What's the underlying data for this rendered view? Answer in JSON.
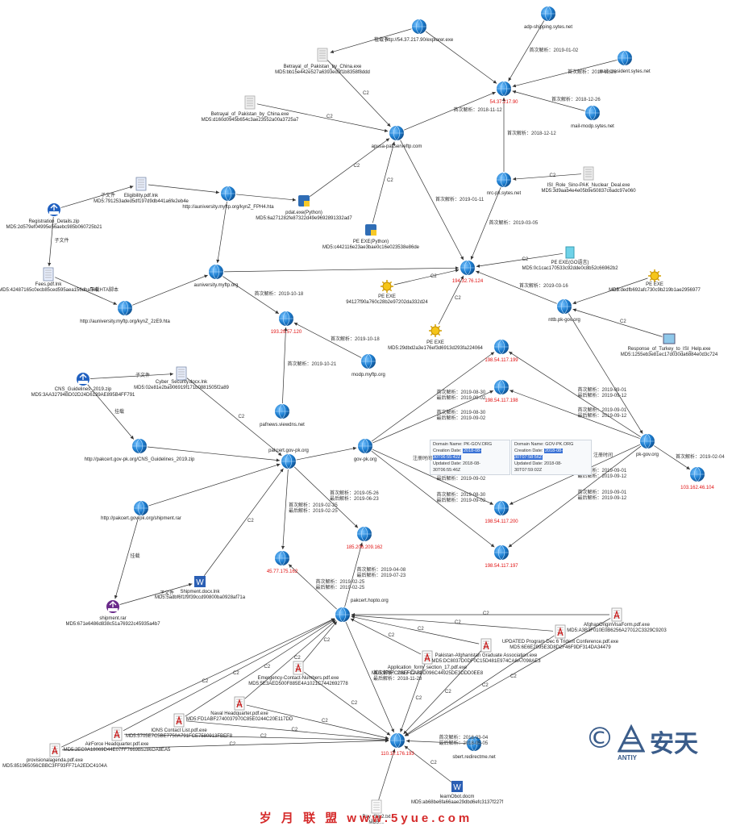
{
  "colors": {
    "globe": "#1e7fd1",
    "edge": "#333333",
    "red": "#e01010",
    "pdf": "#cc2222",
    "ip_label": "#e01010",
    "logo": "#3a5c8a"
  },
  "nodes": [
    {
      "id": "ie",
      "type": "globe",
      "label": "http://54.37.217.90/explorer.exe",
      "red": false
    },
    {
      "id": "adp",
      "type": "globe",
      "label": "adp-shipping.sytes.net",
      "red": false
    },
    {
      "id": "mailpres",
      "type": "globe",
      "label": "mail-president.sytes.net",
      "red": false
    },
    {
      "id": "mailmodp",
      "type": "globe",
      "label": "mail-modp.sytes.net",
      "red": false
    },
    {
      "id": "ip54",
      "type": "globe",
      "label": "54.37.217.90",
      "red": true
    },
    {
      "id": "betrayal1",
      "type": "doc",
      "label": "Betrayal_of_Pakistan_by_China.exe\nMD5:bb15e442e527a6393ed9f1b8358f8ddd",
      "red": false
    },
    {
      "id": "betrayal2",
      "type": "doc",
      "label": "Betrayal_of_Pakistan_by_China.exe\nMD5:d160d0945b654c3ae23552a00a3725a7",
      "red": false
    },
    {
      "id": "apusa",
      "type": "globe",
      "label": "apusa-pat.serveftp.com",
      "red": false
    },
    {
      "id": "isi",
      "type": "doc",
      "label": "ISI_Role_Sino-PAK_Nuclear_Deal.exe\nMD5:3d9aab4e4e05b9e50837c6adc97e060",
      "red": false
    },
    {
      "id": "nrc",
      "type": "globe",
      "label": "nrc-pk.sytes.net",
      "red": false
    },
    {
      "id": "elig",
      "type": "lnk",
      "label": "Eligibility.pdf.lnk\nMD5:791253aded5df197d9db441a6fe2eb4e",
      "red": false
    },
    {
      "id": "aunikyn",
      "type": "globe",
      "label": "http://auniversity.myftp.org/kynZ_FPH4.hta",
      "red": false
    },
    {
      "id": "pdatexe",
      "type": "py",
      "label": "pdat.exe(Python)\nMD5:6a271282fe87322d49e9692891332ad7",
      "red": false
    },
    {
      "id": "reg",
      "type": "zip",
      "label": "Registration_Details.zip\nMD5:2d579ef04995e56aebc985b060725b21",
      "red": false
    },
    {
      "id": "peexepy",
      "type": "py",
      "label": "PE EXE(Python)\nMD5:c442116e23ae3bae0c16e023538e86de",
      "red": false
    },
    {
      "id": "ip194",
      "type": "globe",
      "label": "194.32.76.124",
      "red": true
    },
    {
      "id": "fees",
      "type": "lnk",
      "label": "Fees.pdf.lnk\nMD5:42487165c0ecb85ced595aea156dba5e6",
      "red": false
    },
    {
      "id": "aunimyftp",
      "type": "globe",
      "label": "auniversity.myftp.org",
      "red": false
    },
    {
      "id": "peexego",
      "type": "go",
      "label": "PE EXE(GO语言)\nMD5:0c1cac170533c92dde0c8b52c66962b2",
      "red": false
    },
    {
      "id": "peexe1",
      "type": "sun",
      "label": "PE EXE\nMD5:dedfb692afc730c9b219b1ae2956977",
      "red": false
    },
    {
      "id": "peexe2",
      "type": "sun",
      "label": "PE EXE\n94127f90a760c28b2e97202da332d24",
      "red": false
    },
    {
      "id": "aunikyn2",
      "type": "globe",
      "label": "http://auniversity.myftp.org/kynZ_2zE9.hta",
      "red": false
    },
    {
      "id": "nttb",
      "type": "globe",
      "label": "nttb.pk-gov.org",
      "red": false
    },
    {
      "id": "peexe3",
      "type": "sun",
      "label": "PE EXE\nMD5:29dbd2a3e176ef3d6913d293fa224064",
      "red": false
    },
    {
      "id": "ip193",
      "type": "globe",
      "label": "193.29.57.120",
      "red": true
    },
    {
      "id": "modp",
      "type": "globe",
      "label": "modp.myftp.org",
      "red": false
    },
    {
      "id": "turkey",
      "type": "img",
      "label": "Response_of_Turkey_to_ISI_Help.exe\nMD5:1255eb3e81ec17d030da6884e0d3c724",
      "red": false
    },
    {
      "id": "ip199",
      "type": "globe",
      "label": "198.54.117.199",
      "red": true
    },
    {
      "id": "cns",
      "type": "zip",
      "label": "CNS_Guidelines_2019.zip\nMD5:3AA32794BD02D24D6139AE895B4FF791",
      "red": false
    },
    {
      "id": "cyber",
      "type": "lnk",
      "label": "Cyber_Security.docx.lnk\nMD5:02e81e2ba906919f171b0881505f2a89",
      "red": false
    },
    {
      "id": "ip198",
      "type": "globe",
      "label": "198.54.117.198",
      "red": true
    },
    {
      "id": "pafnews",
      "type": "globe",
      "label": "pafnews.viewdns.net",
      "red": false
    },
    {
      "id": "govpk",
      "type": "globe",
      "label": "gov-pk.org",
      "red": false
    },
    {
      "id": "pkgov",
      "type": "globe",
      "label": "pk-gov.org",
      "red": false
    },
    {
      "id": "ip103",
      "type": "globe",
      "label": "103.162.46.104",
      "red": true
    },
    {
      "id": "paktcns",
      "type": "globe",
      "label": "http://pakcert.gov-pk.org/CNS_Guidelines_2019.zip",
      "red": false
    },
    {
      "id": "pakcert",
      "type": "globe",
      "label": "pakcert.gov-pk.org",
      "red": false
    },
    {
      "id": "paktship",
      "type": "globe",
      "label": "http://pakcert.gov-pk.org/shipment.rar",
      "red": false
    },
    {
      "id": "ip200",
      "type": "globe",
      "label": "198.54.117.200",
      "red": true
    },
    {
      "id": "ip185",
      "type": "globe",
      "label": "185.206.209.162",
      "red": true
    },
    {
      "id": "ip197",
      "type": "globe",
      "label": "198.54.117.197",
      "red": true
    },
    {
      "id": "ip45",
      "type": "globe",
      "label": "45.77.175.162",
      "red": true
    },
    {
      "id": "shipdocx",
      "type": "word",
      "label": "Shipment.docx.lnk\nMD5:5adbf6f1f9f39ccd90800ba0928af71a",
      "red": false
    },
    {
      "id": "shiprar",
      "type": "rar",
      "label": "shipment.rar\nMD5:671e6486d838c51a76922c45935a4b7",
      "red": false
    },
    {
      "id": "hopto",
      "type": "globe",
      "label": "pakcert.hopto.org",
      "red": false
    },
    {
      "id": "afghan",
      "type": "pdf",
      "label": "AfghanOriginVisaForm.pdf.exe\nMD5:A3B3F010E0B6256A27012C3329C9203",
      "red": false
    },
    {
      "id": "updated",
      "type": "pdf",
      "label": "UPDATED Program Dec 6 Trident Conference.pdf.exe\nMD5:6E6E2995E3D8D2F46F9DF314DA34479",
      "red": false
    },
    {
      "id": "pakafg",
      "type": "pdf",
      "label": "Pakistan-Afghanistan Graduate Association.exe\nMD5:DC8037D0DF0C15D481E974CA8A7098AE3",
      "red": false
    },
    {
      "id": "appform",
      "type": "pdf",
      "label": "Application_form_section_17.pdf.exe\nMD5:978FCD6EFCAB0D096C44925DE3DDD0EE8",
      "red": false
    },
    {
      "id": "emerg",
      "type": "pdf",
      "label": "Emergency-Contact-Numbers.pdf.exe\nMD5:5E3AED500F885E4A1021C7442692778",
      "red": false
    },
    {
      "id": "naval",
      "type": "pdf",
      "label": "Naval Headquarter.pdf.exe\nMD5:FD1ABF2740037970C85E0244C20E117DD",
      "red": false
    },
    {
      "id": "ions",
      "type": "pdf",
      "label": "IONS Contact List.pdf.exe\nMD5:5705E7C5BE7750A791FCE7580913FBEF8",
      "red": false
    },
    {
      "id": "airforce",
      "type": "pdf",
      "label": "AirForce Headquarter.pdf.exe\nMD5:2EC0A18069D44E07FF7669B5286DA8EA5",
      "red": false
    },
    {
      "id": "provis",
      "type": "pdf",
      "label": "provisionalagenda.pdf.exe\nMD5:851965056CBBC3FF93FF71A2EDC4104A",
      "red": false
    },
    {
      "id": "ip110",
      "type": "globe",
      "label": "110.10.176.193",
      "red": true
    },
    {
      "id": "sbert",
      "type": "globe",
      "label": "sbert.redirectme.net",
      "red": false
    },
    {
      "id": "learn",
      "type": "word",
      "label": "learnObot.docm\nMD5:ab68be6fa66aae29dbd6efc3137f227f",
      "red": false
    },
    {
      "id": "paysip",
      "type": "txt",
      "label": "Pay_Slip2.txt\nMD5:...",
      "red": false
    }
  ],
  "edges": [
    {
      "from": "ie",
      "to": "betrayal1",
      "label": "植载于"
    },
    {
      "from": "ie",
      "to": "ip54",
      "label": ""
    },
    {
      "from": "adp",
      "to": "ip54",
      "label": "首次解析：2019-01-02"
    },
    {
      "from": "mailpres",
      "to": "ip54",
      "label": "首次解析：2018-12-26"
    },
    {
      "from": "mailmodp",
      "to": "ip54",
      "label": "首次解析：2018-12-26"
    },
    {
      "from": "betrayal1",
      "to": "apusa",
      "label": "C2"
    },
    {
      "from": "betrayal2",
      "to": "apusa",
      "label": "C2"
    },
    {
      "from": "apusa",
      "to": "ip54",
      "label": "首次解析：2018-11-12"
    },
    {
      "from": "nrc",
      "to": "ip54",
      "label": "首次解析：2018-12-12"
    },
    {
      "from": "isi",
      "to": "nrc",
      "label": "C2"
    },
    {
      "from": "pdatexe",
      "to": "apusa",
      "label": "C2"
    },
    {
      "from": "peexepy",
      "to": "apusa",
      "label": "C2"
    },
    {
      "from": "apusa",
      "to": "ip194",
      "label": "首次解析：2019-01-11"
    },
    {
      "from": "nrc",
      "to": "ip194",
      "label": "首次解析：2019-03-05"
    },
    {
      "from": "elig",
      "to": "aunikyn",
      "label": ""
    },
    {
      "from": "aunikyn",
      "to": "pdatexe",
      "label": ""
    },
    {
      "from": "reg",
      "to": "elig",
      "label": "子文件"
    },
    {
      "from": "reg",
      "to": "fees",
      "label": "子文件"
    },
    {
      "from": "fees",
      "to": "aunikyn2",
      "label": "下载HTA脚本"
    },
    {
      "from": "aunikyn2",
      "to": "aunimyftp",
      "label": ""
    },
    {
      "from": "aunikyn",
      "to": "aunimyftp",
      "label": ""
    },
    {
      "from": "aunimyftp",
      "to": "ip194",
      "label": ""
    },
    {
      "from": "peexego",
      "to": "ip194",
      "label": "C2"
    },
    {
      "from": "peexe2",
      "to": "ip194",
      "label": "C2"
    },
    {
      "from": "peexe3",
      "to": "ip194",
      "label": "C2"
    },
    {
      "from": "nttb",
      "to": "ip194",
      "label": "首次解析：2019-03-16"
    },
    {
      "from": "peexe1",
      "to": "nttb",
      "label": "C2"
    },
    {
      "from": "turkey",
      "to": "nttb",
      "label": "C2"
    },
    {
      "from": "aunimyftp",
      "to": "ip193",
      "label": "首次解析：2019-10-18"
    },
    {
      "from": "modp",
      "to": "ip193",
      "label": "首次解析：2019-10-18"
    },
    {
      "from": "pafnews",
      "to": "ip193",
      "label": "首次解析：2019-10-21"
    },
    {
      "from": "nttb",
      "to": "pkgov",
      "label": ""
    },
    {
      "from": "pkgov",
      "to": "ip103",
      "label": "首次解析：2019-02-04"
    },
    {
      "from": "govpk",
      "to": "ip199",
      "label": "首次解析：2019-08-30\n最后解析：2019-09-02"
    },
    {
      "from": "pkgov",
      "to": "ip199",
      "label": "首次解析：2019-09-01\n最后解析：2019-09-12"
    },
    {
      "from": "govpk",
      "to": "ip198",
      "label": "首次解析：2019-08-30\n最后解析：2019-09-02"
    },
    {
      "from": "pkgov",
      "to": "ip198",
      "label": "首次解析：2019-09-01\n最后解析：2019-09-12"
    },
    {
      "from": "govpk",
      "to": "ip200",
      "label": "首次解析：2019-08-30\n最后解析：2019-09-02"
    },
    {
      "from": "pkgov",
      "to": "ip200",
      "label": "首次解析：2019-09-01\n最后解析：2019-09-12"
    },
    {
      "from": "govpk",
      "to": "ip197",
      "label": "首次解析：2019-08-30\n最后解析：2019-09-02"
    },
    {
      "from": "pkgov",
      "to": "ip197",
      "label": "首次解析：2019-09-01\n最后解析：2019-09-12"
    },
    {
      "from": "cns",
      "to": "cyber",
      "label": "子文件"
    },
    {
      "from": "cns",
      "to": "paktcns",
      "label": "挂载"
    },
    {
      "from": "cyber",
      "to": "pakcert",
      "label": "C2"
    },
    {
      "from": "paktcns",
      "to": "pakcert",
      "label": ""
    },
    {
      "from": "pakcert",
      "to": "govpk",
      "label": ""
    },
    {
      "from": "paktship",
      "to": "pakcert",
      "label": ""
    },
    {
      "from": "pakcert",
      "to": "ip185",
      "label": "首次解析：2019-05-26\n最后解析：2019-06-23"
    },
    {
      "from": "pakcert",
      "to": "ip45",
      "label": "首次解析：2019-02-25\n最后解析：2019-02-25"
    },
    {
      "from": "paktship",
      "to": "shiprar",
      "label": "挂载"
    },
    {
      "from": "shiprar",
      "to": "shipdocx",
      "label": "子文件"
    },
    {
      "from": "shipdocx",
      "to": "pakcert",
      "label": "C2"
    },
    {
      "from": "hopto",
      "to": "ip185",
      "label": "首次解析：2019-04-08\n最后解析：2019-07-23"
    },
    {
      "from": "hopto",
      "to": "ip45",
      "label": "首次解析：2019-02-25\n最后解析：2019-02-25"
    },
    {
      "from": "afghan",
      "to": "hopto",
      "label": "C2"
    },
    {
      "from": "updated",
      "to": "hopto",
      "label": "C2"
    },
    {
      "from": "pakafg",
      "to": "hopto",
      "label": "C2"
    },
    {
      "from": "appform",
      "to": "hopto",
      "label": "C2"
    },
    {
      "from": "emerg",
      "to": "hopto",
      "label": "C2"
    },
    {
      "from": "naval",
      "to": "hopto",
      "label": "C2"
    },
    {
      "from": "ions",
      "to": "hopto",
      "label": "C2"
    },
    {
      "from": "airforce",
      "to": "hopto",
      "label": "C2"
    },
    {
      "from": "provis",
      "to": "hopto",
      "label": "C2"
    },
    {
      "from": "hopto",
      "to": "ip110",
      "label": "首次解析：2017-12-22\n最后解析：2018-11-28"
    },
    {
      "from": "afghan",
      "to": "ip110",
      "label": "C2"
    },
    {
      "from": "updated",
      "to": "ip110",
      "label": "C2"
    },
    {
      "from": "pakafg",
      "to": "ip110",
      "label": "C2"
    },
    {
      "from": "appform",
      "to": "ip110",
      "label": "C2"
    },
    {
      "from": "emerg",
      "to": "ip110",
      "label": "C2"
    },
    {
      "from": "naval",
      "to": "ip110",
      "label": "C2"
    },
    {
      "from": "ions",
      "to": "ip110",
      "label": "C2"
    },
    {
      "from": "airforce",
      "to": "ip110",
      "label": "C2"
    },
    {
      "from": "provis",
      "to": "ip110",
      "label": "C2"
    },
    {
      "from": "sbert",
      "to": "ip110",
      "label": "首次解析：2018-03-04\n最后解析：2018-05-05"
    },
    {
      "from": "learn",
      "to": "ip110",
      "label": "C2"
    },
    {
      "from": "paysip",
      "to": "ip110",
      "label": ""
    }
  ],
  "whois": {
    "left": {
      "rows": [
        {
          "k": "Domain Name:",
          "v": "PK-GOV.ORG",
          "hl": false
        },
        {
          "k": "Creation Date:",
          "v": "2018-08-30T06:55:42Z",
          "hl": true
        },
        {
          "k": "Updated Date:",
          "v": "2018-08-30T06:55:46Z",
          "hl": false
        }
      ]
    },
    "right": {
      "rows": [
        {
          "k": "Domain Name:",
          "v": "GOV-PK.ORG",
          "hl": false
        },
        {
          "k": "Creation Date:",
          "v": "2018-08-30T07:58:56Z",
          "hl": true
        },
        {
          "k": "Updated Date:",
          "v": "2018-08-30T07:59:02Z",
          "hl": false
        }
      ]
    },
    "left_label": "注册时间",
    "right_label": "注册时间"
  },
  "logo": {
    "symbol": "©",
    "text": "安天",
    "sub": "ANTIY"
  },
  "footer": "岁 月 联 盟 www.5yue.com"
}
